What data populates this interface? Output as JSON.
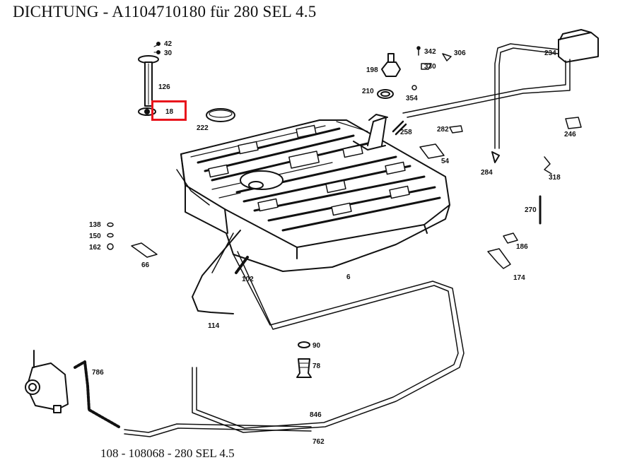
{
  "header": {
    "title": "DICHTUNG  - A1104710180 für 280 SEL 4.5"
  },
  "footer": {
    "text": "108 - 108068 - 280 SEL 4.5"
  },
  "highlight": {
    "part": "18",
    "color": "#e8141c"
  },
  "parts": [
    {
      "key": "p42",
      "label": "42"
    },
    {
      "key": "p30",
      "label": "30"
    },
    {
      "key": "p126",
      "label": "126"
    },
    {
      "key": "p18",
      "label": "18"
    },
    {
      "key": "p222",
      "label": "222"
    },
    {
      "key": "p198",
      "label": "198"
    },
    {
      "key": "p342",
      "label": "342"
    },
    {
      "key": "p306",
      "label": "306"
    },
    {
      "key": "p330",
      "label": "330"
    },
    {
      "key": "p234",
      "label": "234"
    },
    {
      "key": "p210",
      "label": "210"
    },
    {
      "key": "p354",
      "label": "354"
    },
    {
      "key": "p258",
      "label": "258"
    },
    {
      "key": "p282",
      "label": "282"
    },
    {
      "key": "p246",
      "label": "246"
    },
    {
      "key": "p54",
      "label": "54"
    },
    {
      "key": "p284",
      "label": "284"
    },
    {
      "key": "p318",
      "label": "318"
    },
    {
      "key": "p270",
      "label": "270"
    },
    {
      "key": "p138",
      "label": "138"
    },
    {
      "key": "p150",
      "label": "150"
    },
    {
      "key": "p162",
      "label": "162"
    },
    {
      "key": "p66",
      "label": "66"
    },
    {
      "key": "p186",
      "label": "186"
    },
    {
      "key": "p174",
      "label": "174"
    },
    {
      "key": "p102",
      "label": "102"
    },
    {
      "key": "p6",
      "label": "6"
    },
    {
      "key": "p114",
      "label": "114"
    },
    {
      "key": "p90",
      "label": "90"
    },
    {
      "key": "p78",
      "label": "78"
    },
    {
      "key": "p786",
      "label": "786"
    },
    {
      "key": "p846",
      "label": "846"
    },
    {
      "key": "p762",
      "label": "762"
    }
  ]
}
